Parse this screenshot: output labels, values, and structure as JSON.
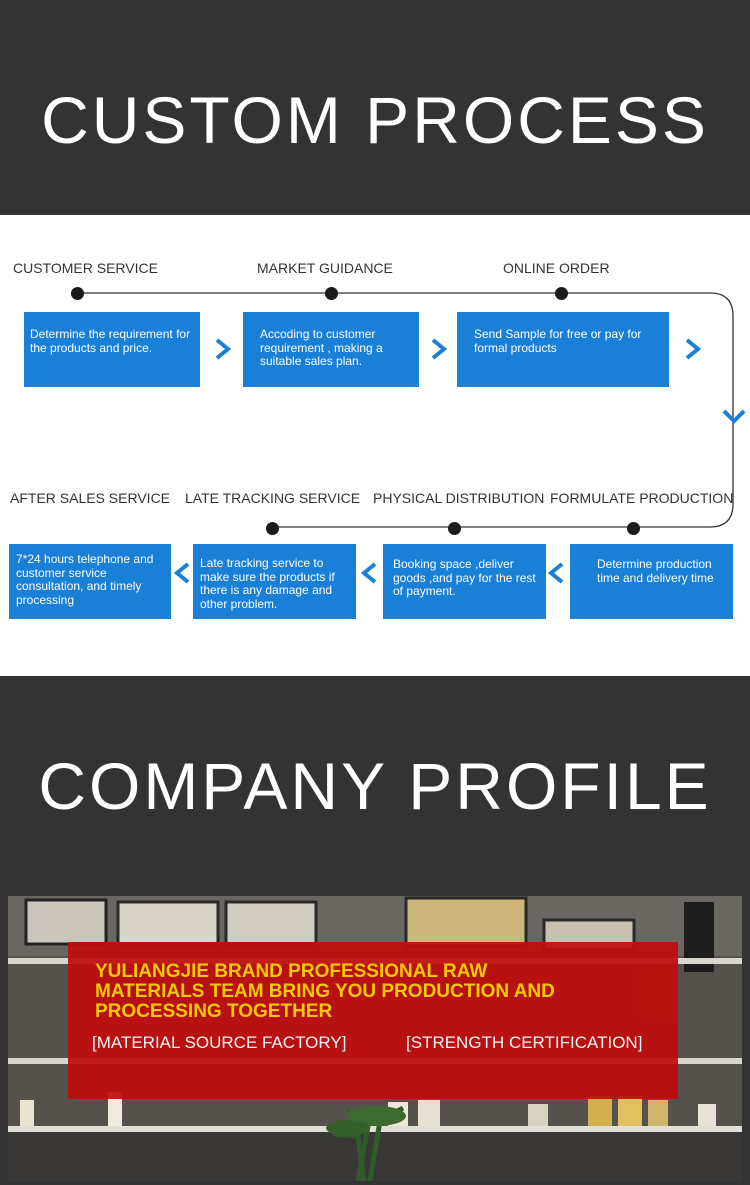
{
  "sections": {
    "custom_process_title": "CUSTOM PROCESS",
    "company_profile_title": "COMPANY PROFILE"
  },
  "process": {
    "top_row": [
      {
        "label": "CUSTOMER SERVICE",
        "text": "Determine the requirement for the products and price."
      },
      {
        "label": "MARKET GUIDANCE",
        "text": "Accoding to customer requirement , making a suitable sales plan."
      },
      {
        "label": "ONLINE ORDER",
        "text": "Send Sample  for free or pay for formal products"
      }
    ],
    "bottom_row": [
      {
        "label": "AFTER SALES SERVICE",
        "text": "7*24 hours telephone and customer service consultation, and timely processing"
      },
      {
        "label": "LATE TRACKING SERVICE",
        "text": "Late tracking service to make sure the products if there is any damage and other problem."
      },
      {
        "label": "PHYSICAL DISTRIBUTION",
        "text": "Booking space ,deliver goods ,and pay for the rest of payment."
      },
      {
        "label": "FORMULATE PRODUCTION",
        "text": "Determine production time and delivery time"
      }
    ],
    "colors": {
      "box": "#1a7fd6",
      "line": "#333333",
      "dot": "#1b1b1b"
    }
  },
  "profile": {
    "headline": "YULIANGJIE BRAND PROFESSIONAL RAW\nMATERIALS TEAM  BRING YOU PRODUCTION AND\nPROCESSING TOGETHER",
    "tag_left": "[MATERIAL SOURCE FACTORY]",
    "tag_right": "[STRENGTH CERTIFICATION]",
    "colors": {
      "banner": "#c00d0d",
      "headline": "#ffd200"
    }
  }
}
